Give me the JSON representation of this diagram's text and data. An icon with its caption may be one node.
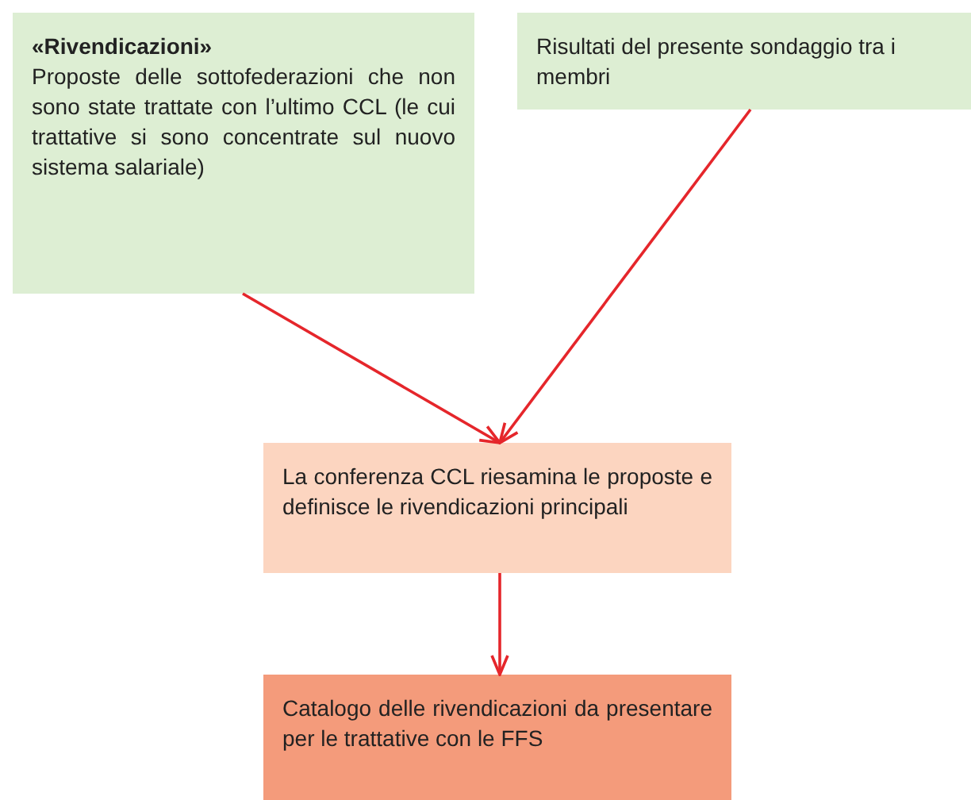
{
  "diagram": {
    "nodes": [
      {
        "text": [
          "«Rivendicazioni»",
          "Proposte delle sottofederazioni che non sono state trattate con l’ultimo CCL (le cui trattative si sono concentrate sul nuovo sistema salariale)"
        ]
      },
      {
        "text": [
          "Risultati del presente sondaggio tra i membri"
        ]
      },
      {
        "text": [
          "La conferenza CCL riesamina le proposte e definisce le rivendicazioni principali"
        ]
      },
      {
        "text": [
          "Catalogo delle rivendicazioni da presentare per le trattative con le FFS"
        ]
      }
    ],
    "edges": [
      {
        "from": 0,
        "to": 2,
        "arrow": "to"
      },
      {
        "from": 1,
        "to": 2,
        "arrow": "to"
      },
      {
        "from": 2,
        "to": 3,
        "arrow": "to"
      }
    ]
  }
}
